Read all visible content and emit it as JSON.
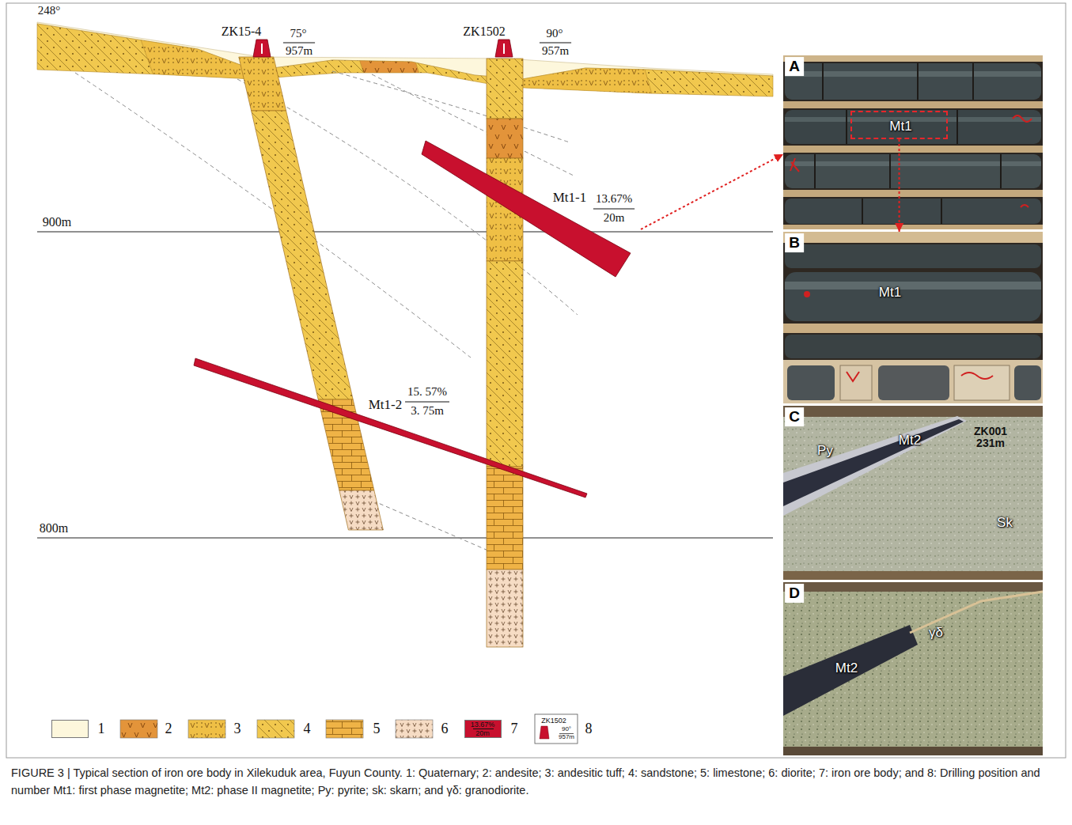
{
  "diagram": {
    "caption": "FIGURE 3 | Typical section of iron ore body in Xilekuduk area, Fuyun County. 1: Quaternary; 2: andesite; 3: andesitic tuff; 4: sandstone; 5: limestone; 6: diorite; 7: iron ore body; and 8: Drilling position and number Mt1: first phase magnetite; Mt2: phase II magnetite; Py: pyrite; sk: skarn; and γδ: granodiorite.",
    "nodes": [
      {
        "text": [
          "ZK15-4",
          "75°",
          "957m"
        ]
      },
      {
        "text": [
          "ZK1502",
          "90°",
          "957m"
        ]
      },
      {
        "text": [
          "Mt1-1",
          "13.67%",
          "20m"
        ]
      },
      {
        "text": [
          "Mt1-2",
          "15. 57%",
          "3. 75m"
        ]
      },
      {
        "text": [
          "A"
        ]
      },
      {
        "text": [
          "Mt1"
        ],
        "in": 4
      },
      {
        "text": [
          "B",
          "Mt1"
        ]
      },
      {
        "text": [
          "C",
          "Py",
          "Mt2",
          "Sk",
          "ZK001 231m"
        ]
      },
      {
        "text": [
          "D",
          "γδ",
          "Mt2"
        ]
      }
    ],
    "edges": [
      {
        "from": 2,
        "to": 4,
        "arrow": "to"
      },
      {
        "from": 5,
        "to": 6,
        "arrow": "to"
      }
    ],
    "labels": [
      "248°",
      "900m",
      "800m",
      "13.67%",
      "20m",
      "ZK1502",
      "90°",
      "957m"
    ],
    "legend": [
      {
        "text": "1",
        "color": "#fdf7dc"
      },
      {
        "text": "2"
      },
      {
        "text": "3"
      },
      {
        "text": "4"
      },
      {
        "text": "5"
      },
      {
        "text": "6"
      },
      {
        "text": "7",
        "color": "#c8102e"
      },
      {
        "text": "8"
      }
    ]
  }
}
